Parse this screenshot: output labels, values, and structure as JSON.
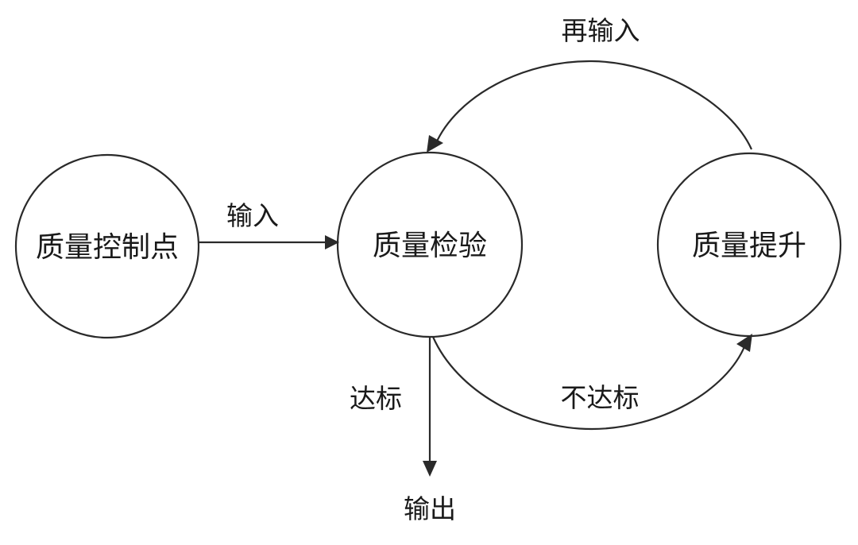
{
  "nodes": {
    "control_point": "质量控制点",
    "inspection": "质量检验",
    "improvement": "质量提升"
  },
  "edges": {
    "input": "输入",
    "reinput": "再输入",
    "pass": "达标",
    "fail": "不达标",
    "output": "输出"
  },
  "colors": {
    "stroke": "#2a2a2a",
    "text": "#1a1a1a",
    "background": "#ffffff"
  }
}
